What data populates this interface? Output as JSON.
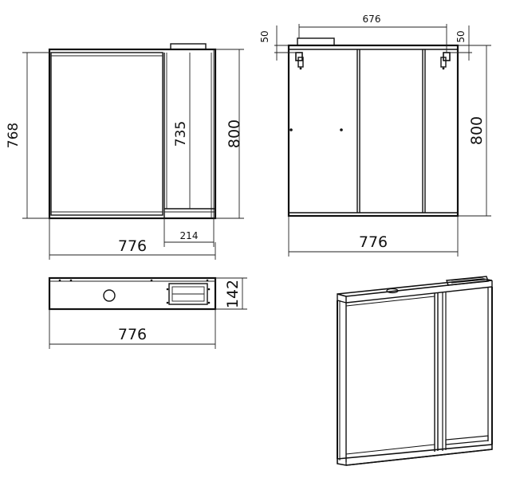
{
  "dimensions": {
    "front_width": "776",
    "front_height_left": "768",
    "front_height_right": "800",
    "shelf_height": "735",
    "shelf_width": "214",
    "back_top_width": "676",
    "back_left_offset": "50",
    "back_right_offset": "50",
    "back_height": "800",
    "back_width": "776",
    "top_width": "776",
    "top_depth": "142"
  },
  "colors": {
    "line": "#111111",
    "background": "#ffffff"
  }
}
